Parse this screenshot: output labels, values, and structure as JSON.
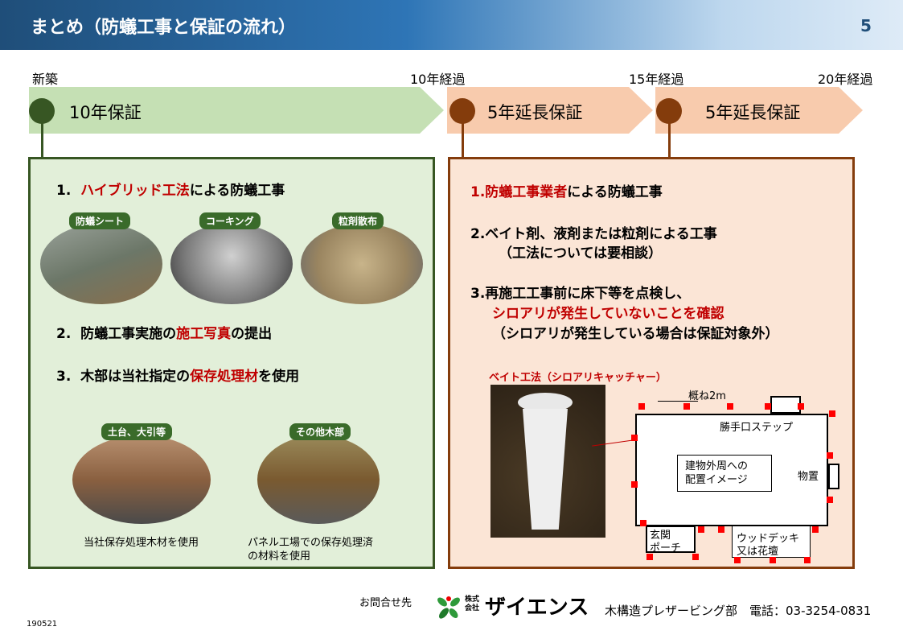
{
  "header": {
    "title": "まとめ（防蟻工事と保証の流れ）",
    "page_number": "5"
  },
  "timeline": {
    "labels": [
      "新築",
      "10年経過",
      "15年経過",
      "20年経過"
    ],
    "phases": [
      {
        "label": "10年保証",
        "color": "#c5e0b4"
      },
      {
        "label": "5年延長保証",
        "color": "#f8cbad"
      },
      {
        "label": "5年延長保証",
        "color": "#f8cbad"
      }
    ]
  },
  "left": {
    "item1": {
      "num": "1.",
      "red": "ハイブリッド工法",
      "rest": "による防蟻工事"
    },
    "photos1": [
      "防蟻シート",
      "コーキング",
      "粒剤散布"
    ],
    "item2": {
      "num": "2.",
      "pre": "防蟻工事実施の",
      "red": "施工写真",
      "rest": "の提出"
    },
    "item3": {
      "num": "3.",
      "pre": "木部は当社指定の",
      "red": "保存処理材",
      "rest": "を使用"
    },
    "photos2": [
      {
        "tag": "土台、大引等",
        "caption": "当社保存処理木材を使用"
      },
      {
        "tag": "その他木部",
        "caption1": "パネル工場での保存処理済",
        "caption2": "の材料を使用"
      }
    ]
  },
  "right": {
    "item1": {
      "red": "1.防蟻工事業者",
      "rest": "による防蟻工事"
    },
    "item2": {
      "line1": "2.ベイト剤、液剤または粒剤による工事",
      "line2": "（工法については要相談）"
    },
    "item3": {
      "line1": "3.再施工工事前に床下等を点検し、",
      "red": "シロアリが発生していないことを確認",
      "line3": "（シロアリが発生している場合は保証対象外）"
    },
    "bait_title": "ベイト工法（シロアリキャッチャー）",
    "diagram": {
      "spacing": "概ね2m",
      "step": "勝手口ステップ",
      "center1": "建物外周への",
      "center2": "配置イメージ",
      "storage": "物置",
      "porch1": "玄関",
      "porch2": "ポーチ",
      "deck1": "ウッドデッキ",
      "deck2": "又は花壇"
    }
  },
  "footer": {
    "contact": "お問合せ先",
    "kabushiki1": "株式",
    "kabushiki2": "会社",
    "company": "ザイエンス",
    "dept": "木構造プレザービング部　電話：03-3254-0831",
    "code": "190521"
  }
}
